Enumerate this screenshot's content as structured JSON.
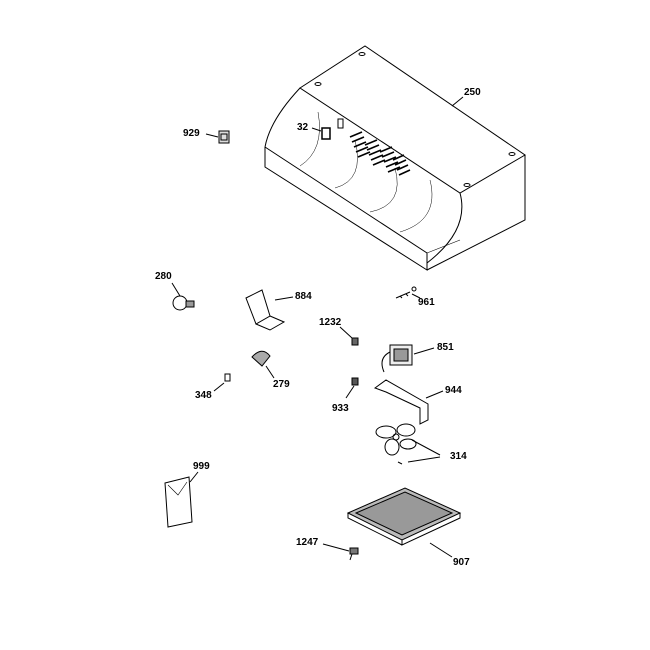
{
  "diagram": {
    "parts": [
      {
        "id": "250",
        "name": "hood"
      },
      {
        "id": "929",
        "name": "switch"
      },
      {
        "id": "32",
        "name": "switch-plate"
      },
      {
        "id": "280",
        "name": "bulb"
      },
      {
        "id": "884",
        "name": "lamp-bracket"
      },
      {
        "id": "961",
        "name": "wire-harness"
      },
      {
        "id": "1232",
        "name": "connector"
      },
      {
        "id": "851",
        "name": "motor"
      },
      {
        "id": "279",
        "name": "lamp-socket"
      },
      {
        "id": "348",
        "name": "clip"
      },
      {
        "id": "933",
        "name": "grommet"
      },
      {
        "id": "944",
        "name": "motor-bracket"
      },
      {
        "id": "314",
        "name": "fan-blade"
      },
      {
        "id": "999",
        "name": "manual"
      },
      {
        "id": "1247",
        "name": "screw"
      },
      {
        "id": "907",
        "name": "grease-filter"
      }
    ],
    "line_color": "#000000"
  }
}
